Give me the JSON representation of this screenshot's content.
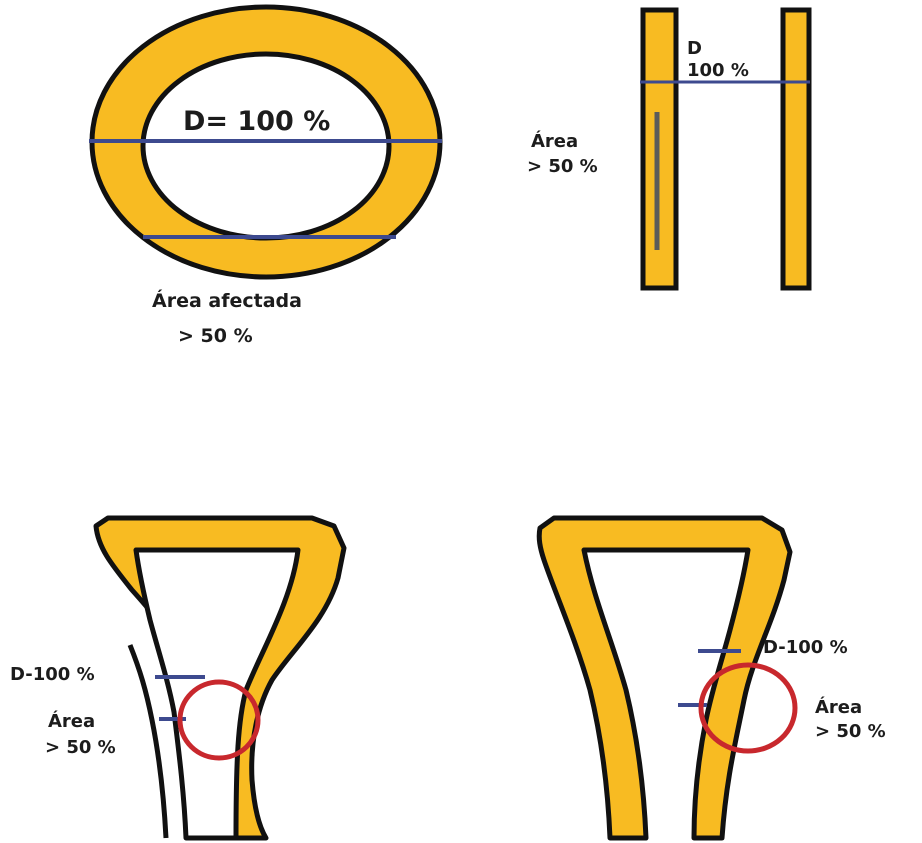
{
  "colors": {
    "bone": "#f8bb22",
    "outline": "#111111",
    "measure_line": "#3d4a8f",
    "lesion_circle": "#c8282d",
    "lesion_bar": "#5b5b5b"
  },
  "panels": {
    "ring": {
      "diameter_label": "D= 100 %",
      "area_label_line1": "Área afectada",
      "area_label_line2": "> 50 %"
    },
    "shaft": {
      "diameter_label_line1": "D",
      "diameter_label_line2": "100 %",
      "area_label_line1": "Área",
      "area_label_line2": "> 50 %"
    },
    "metaphysis_left": {
      "diameter_label": "D-100 %",
      "area_label_line1": "Área",
      "area_label_line2": "> 50 %"
    },
    "metaphysis_right": {
      "diameter_label": "D-100 %",
      "area_label_line1": "Área",
      "area_label_line2": "> 50 %"
    }
  }
}
